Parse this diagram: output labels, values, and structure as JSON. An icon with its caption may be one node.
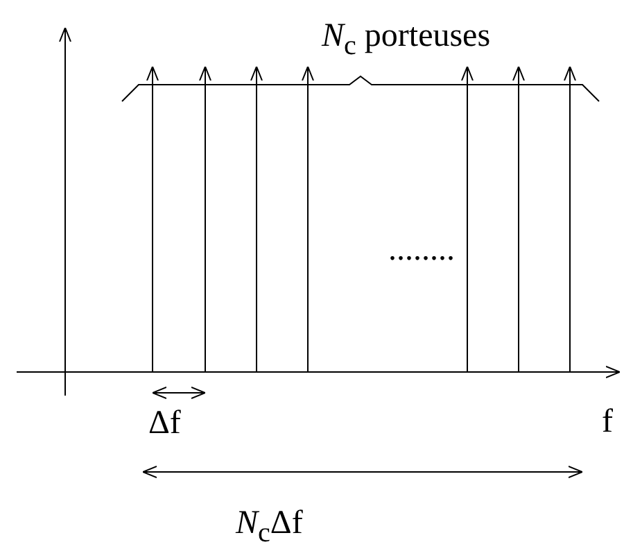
{
  "diagram": {
    "labels": [
      "*N*$_{c}$ porteuses",
      "........",
      "Δf",
      "f",
      "*N*$_{c}$Δf"
    ]
  }
}
